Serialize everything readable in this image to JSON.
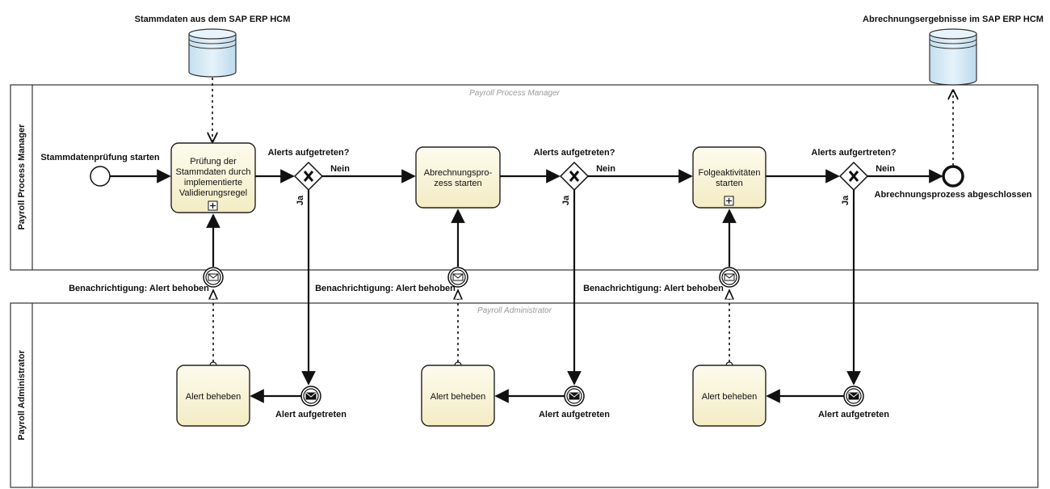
{
  "datastores": {
    "input_label": "Stammdaten aus dem SAP ERP HCM",
    "output_label": "Abrechnungsergebnisse im SAP ERP HCM"
  },
  "pools": {
    "manager": {
      "title": "Payroll Process Manager",
      "watermark": "Payroll Process Manager"
    },
    "admin": {
      "title": "Payroll Administrator",
      "watermark": "Payroll Administrator"
    }
  },
  "events": {
    "start_label": "Stammdatenprüfung starten",
    "end_label": "Abrechnungsprozess abgeschlossen",
    "notification_label": "Benachrichtigung: Alert behoben",
    "alert_raised_label": "Alert aufgetreten"
  },
  "tasks": {
    "validation": [
      "Prüfung der",
      "Stammdaten durch",
      "implementierte",
      "Validierungsregel"
    ],
    "billing": [
      "Abrechnungspro-",
      "zess starten"
    ],
    "followup": [
      "Folgeaktivitäten",
      "starten"
    ],
    "fix_alert": "Alert beheben"
  },
  "gateways": {
    "g1_question": "Alerts aufgetreten?",
    "g2_question": "Alerts aufgetreten?",
    "g3_question": "Alerts aufgertreten?",
    "no_label": "Nein",
    "yes_label": "Ja"
  },
  "icons": {
    "gateway": "x-gateway-icon",
    "message": "envelope-icon",
    "subprocess": "plus-square-icon",
    "datastore": "database-icon"
  },
  "colors": {
    "task_fill_top": "#fdfbee",
    "task_fill_bottom": "#f5efc8",
    "datastore_fill": "#d4e9f5",
    "stroke": "#111111"
  }
}
